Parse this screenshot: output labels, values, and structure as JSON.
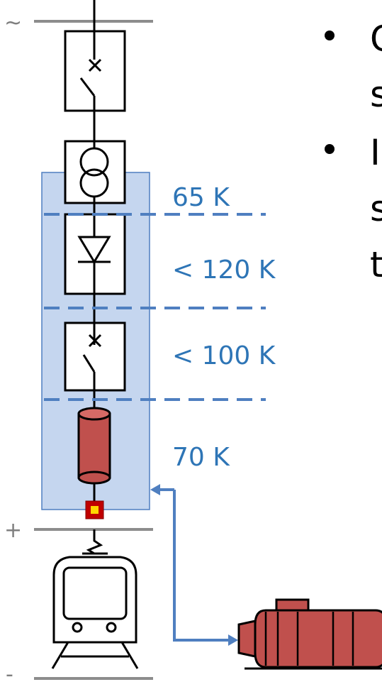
{
  "rails": {
    "ac_symbol": "~",
    "plus_symbol": "+",
    "minus_symbol": "-"
  },
  "temperature_zones": [
    {
      "label": "65 K"
    },
    {
      "label": "< 120 K"
    },
    {
      "label": "< 100 K"
    },
    {
      "label": "70 K"
    }
  ],
  "bullets": [
    {
      "text": "C"
    },
    {
      "text": "s"
    },
    {
      "text": "I"
    },
    {
      "text": "s"
    },
    {
      "text": "t"
    }
  ],
  "colors": {
    "cryostat_fill": "#c5d6ef",
    "cryostat_border": "#4f7fc0",
    "dashed_line": "#4f7fc0",
    "label_text": "#2E75B6",
    "rail_line": "#8c8c8c",
    "cable_fill": "#c0504d",
    "arrow": "#4f7fc0"
  },
  "icons": [
    "circuit-breaker-icon",
    "transformer-icon",
    "diode-rectifier-icon",
    "switch-icon",
    "superconducting-cable-icon",
    "connector-icon",
    "tram-icon",
    "cryocooler-tank-icon"
  ]
}
